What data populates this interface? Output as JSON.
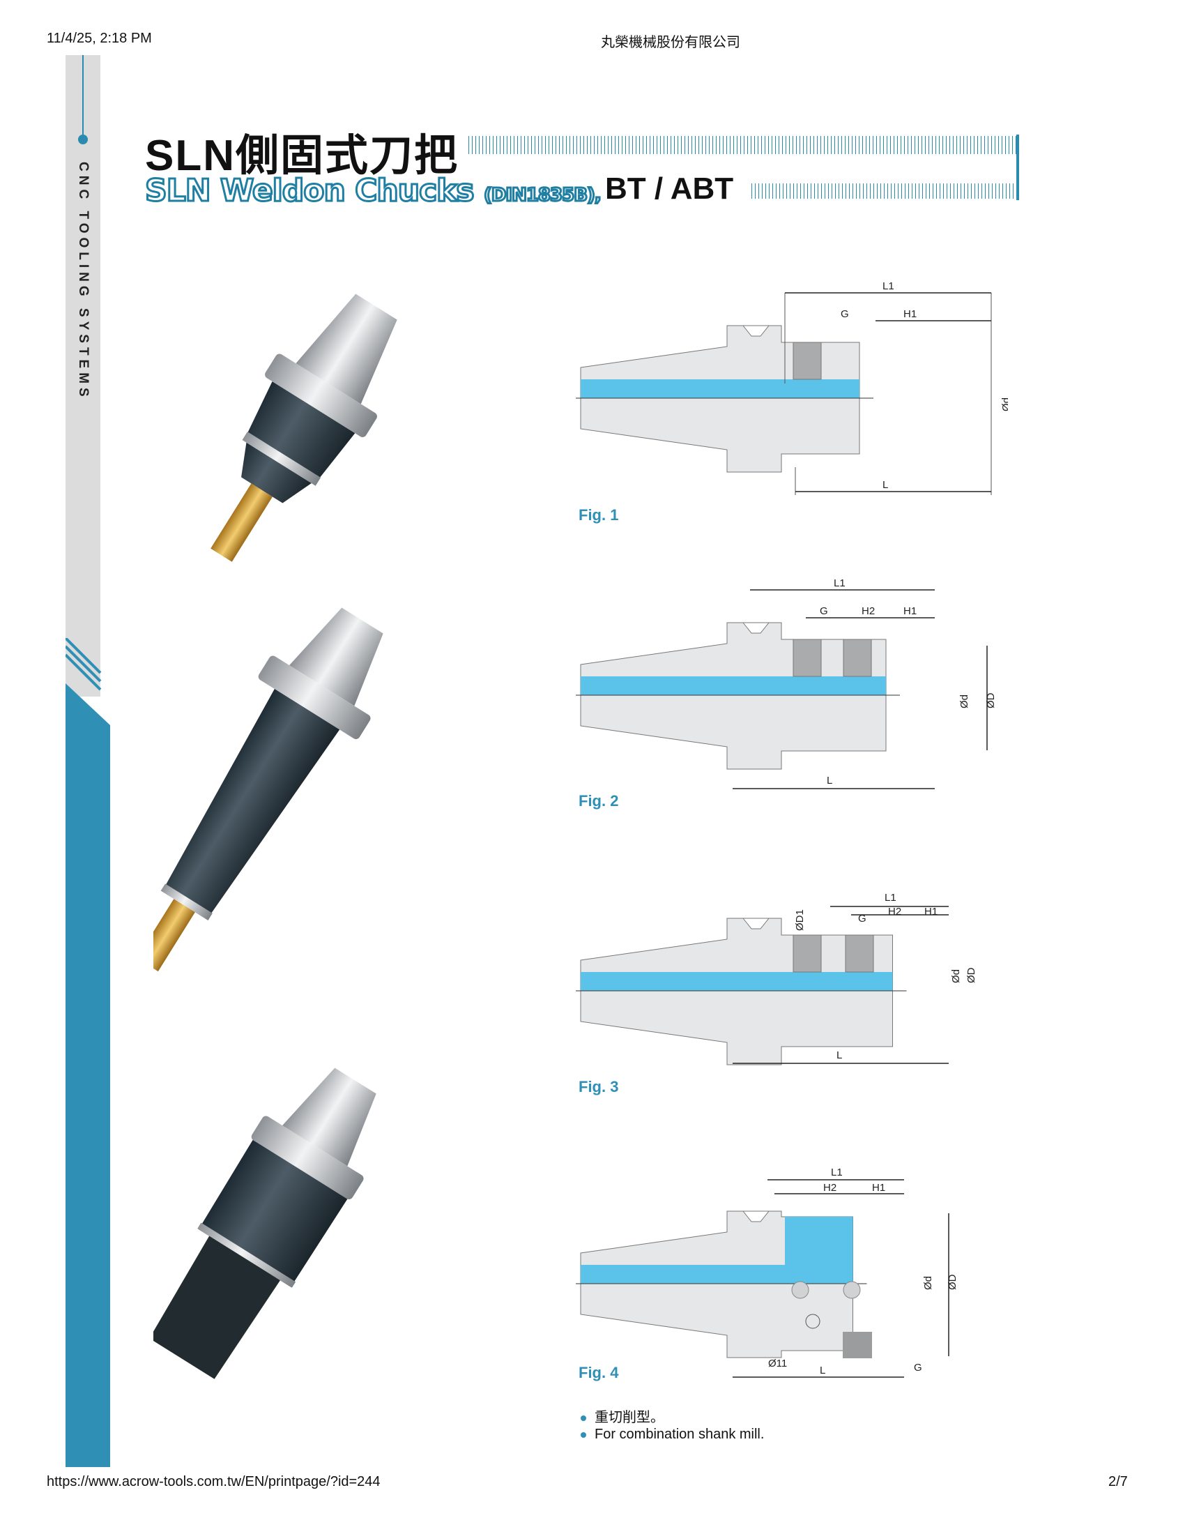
{
  "header": {
    "datetime": "11/4/25, 2:18 PM",
    "company": "丸榮機械股份有限公司"
  },
  "sidebar": {
    "text": "CNC TOOLING SYSTEMS"
  },
  "title": {
    "cn": "SLN側固式刀把",
    "en": "SLN Weldon Chucks",
    "en_std": "(DIN1835B),",
    "bt": "BT / ABT"
  },
  "figures": [
    {
      "label": "Fig. 1",
      "dims": {
        "L1": "L1",
        "G": "G",
        "H1": "H1",
        "d": "Ød",
        "D": "ØD",
        "L": "L"
      }
    },
    {
      "label": "Fig. 2",
      "dims": {
        "L1": "L1",
        "G": "G",
        "H2": "H2",
        "H1": "H1",
        "d": "Ød",
        "D": "ØD",
        "L": "L"
      }
    },
    {
      "label": "Fig. 3",
      "dims": {
        "L1": "L1",
        "G": "G",
        "H2": "H2",
        "H1": "H1",
        "D1": "ØD1",
        "d": "Ød",
        "D": "ØD",
        "L": "L"
      }
    },
    {
      "label": "Fig. 4",
      "dims": {
        "L1": "L1",
        "H2": "H2",
        "H1": "H1",
        "d": "Ød",
        "D": "ØD",
        "L": "L",
        "G": "G",
        "hole": "Ø11"
      }
    }
  ],
  "notes": [
    "重切削型。",
    "For combination shank mill."
  ],
  "footer": {
    "url": "https://www.acrow-tools.com.tw/EN/printpage/?id=244",
    "page": "2/7"
  },
  "colors": {
    "accent": "#2f8fb5",
    "bore": "#5bc3ea",
    "body": "#e6e7e8"
  }
}
